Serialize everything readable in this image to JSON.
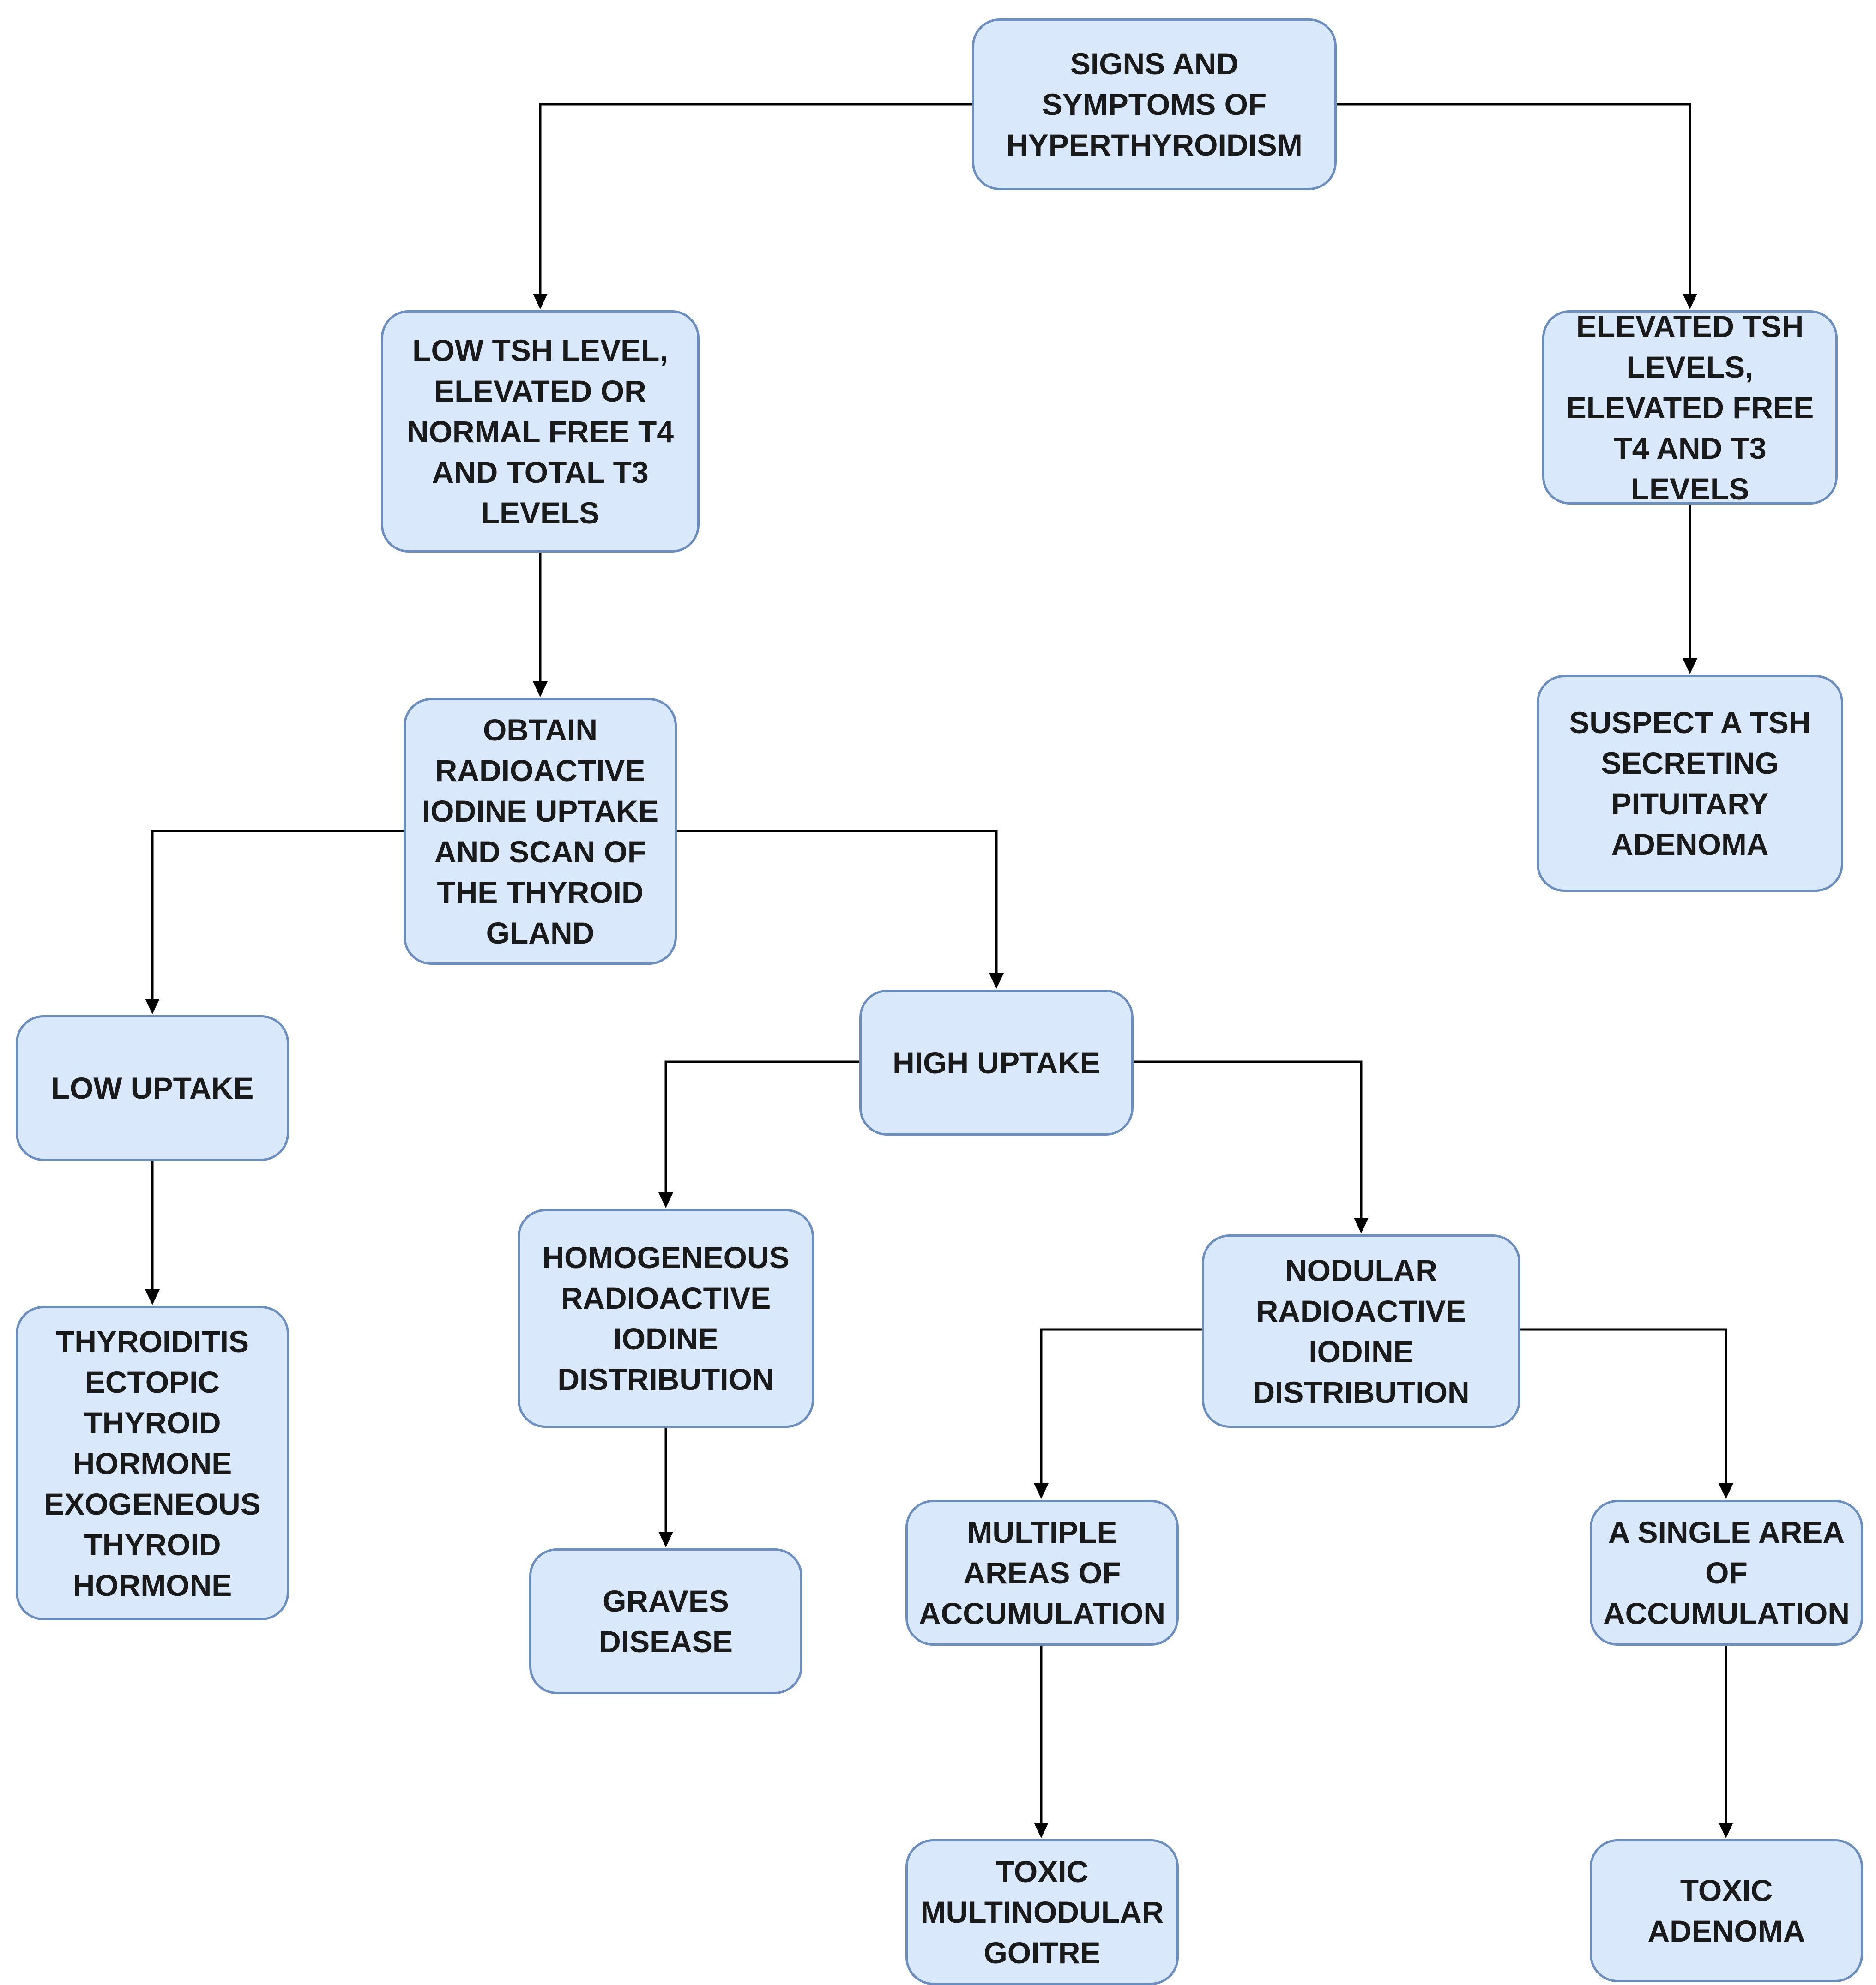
{
  "nodes": {
    "signs": "SIGNS AND\nSYMPTOMS OF\nHYPERTHYROIDISM",
    "low_tsh": "LOW TSH LEVEL,\nELEVATED OR\nNORMAL FREE T4\nAND TOTAL T3\nLEVELS",
    "elevated_tsh": "ELEVATED TSH\nLEVELS,\nELEVATED FREE\nT4 AND T3\nLEVELS",
    "suspect": "SUSPECT A TSH\nSECRETING\nPITUITARY\nADENOMA",
    "obtain": "OBTAIN\nRADIOACTIVE\nIODINE UPTAKE\nAND SCAN OF\nTHE THYROID\nGLAND",
    "low_uptake": "LOW UPTAKE",
    "high_uptake": "HIGH  UPTAKE",
    "thyroiditis": "THYROIDITIS\nECTOPIC\nTHYROID\nHORMONE\nEXOGENEOUS\nTHYROID\nHORMONE",
    "homogeneous": "HOMOGENEOUS\nRADIOACTIVE\nIODINE\nDISTRIBUTION",
    "graves": "GRAVES\nDISEASE",
    "nodular": "NODULAR\nRADIOACTIVE\nIODINE\nDISTRIBUTION",
    "multiple": "MULTIPLE\nAREAS OF\nACCUMULATION",
    "single": "A SINGLE AREA\nOF\nACCUMULATION",
    "toxic_multi": "TOXIC\nMULTINODULAR\nGOITRE",
    "toxic_adenoma": "TOXIC\nADENOMA"
  },
  "edges": [
    [
      "signs",
      "low_tsh"
    ],
    [
      "signs",
      "elevated_tsh"
    ],
    [
      "low_tsh",
      "obtain"
    ],
    [
      "elevated_tsh",
      "suspect"
    ],
    [
      "obtain",
      "low_uptake"
    ],
    [
      "obtain",
      "high_uptake"
    ],
    [
      "low_uptake",
      "thyroiditis"
    ],
    [
      "high_uptake",
      "homogeneous"
    ],
    [
      "high_uptake",
      "nodular"
    ],
    [
      "homogeneous",
      "graves"
    ],
    [
      "nodular",
      "multiple"
    ],
    [
      "nodular",
      "single"
    ],
    [
      "multiple",
      "toxic_multi"
    ],
    [
      "single",
      "toxic_adenoma"
    ]
  ],
  "colors": {
    "node_fill": "#dae8fc",
    "node_border": "#6c8ebf",
    "edge": "#000000"
  }
}
